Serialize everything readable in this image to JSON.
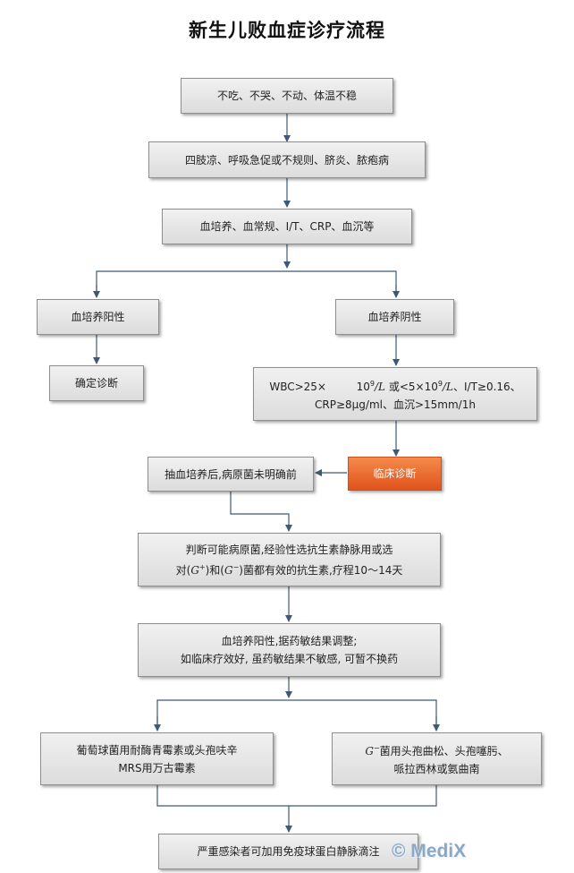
{
  "title": "新生儿败血症诊疗流程",
  "nodes": {
    "symptoms": "不吃、不哭、不动、体温不稳",
    "signs": "四肢凉、呼吸急促或不规则、脐炎、脓疱病",
    "tests": "血培养、血常规、I/T、CRP、血沉等",
    "culture_positive": "血培养阳性",
    "confirm_diagnosis": "确定诊断",
    "culture_negative": "血培养阴性",
    "criteria": {
      "wbc_prefix": "WBC>25×",
      "power": "9",
      "unit": "/L",
      "mid": "或<5×10",
      "mid_unit": "/L",
      "it": "、I/T≥0.16、",
      "line2": "CRP≥8μg/ml、血沉>15mm/1h"
    },
    "clinical_diagnosis": "临床诊断",
    "before_pathogen": "抽血培养后,病原菌未明确前",
    "empirical_treatment": {
      "line1": "判断可能病原菌,经验性选抗生素静脉用或选",
      "line2_pre": "对(",
      "g_pos": "G",
      "g_pos_sup": "+",
      "line2_mid": ")和(",
      "g_neg": "G",
      "g_neg_sup": "−",
      "line2_post": ")菌都有效的抗生素,疗程10～14天"
    },
    "adjust": {
      "line1": "血培养阳性,据药敏结果调整;",
      "line2": "如临床疗效好, 虽药敏结果不敏感, 可暂不换药"
    },
    "staph": {
      "line1": "葡萄球菌用耐酶青霉素或头孢呋辛",
      "line2": "MRS用万古霉素"
    },
    "gram_negative": {
      "g": "G",
      "g_sup": "−",
      "line1_post": "菌用头孢曲松、头孢噻肟、",
      "line2": "哌拉西林或氨曲南"
    },
    "severe": "严重感染者可加用免疫球蛋白静脉滴注"
  },
  "watermark": "© MediX",
  "colors": {
    "box_fill": "#e4e4e4",
    "accent": "#e8642a",
    "connector": "#3c5a78"
  }
}
